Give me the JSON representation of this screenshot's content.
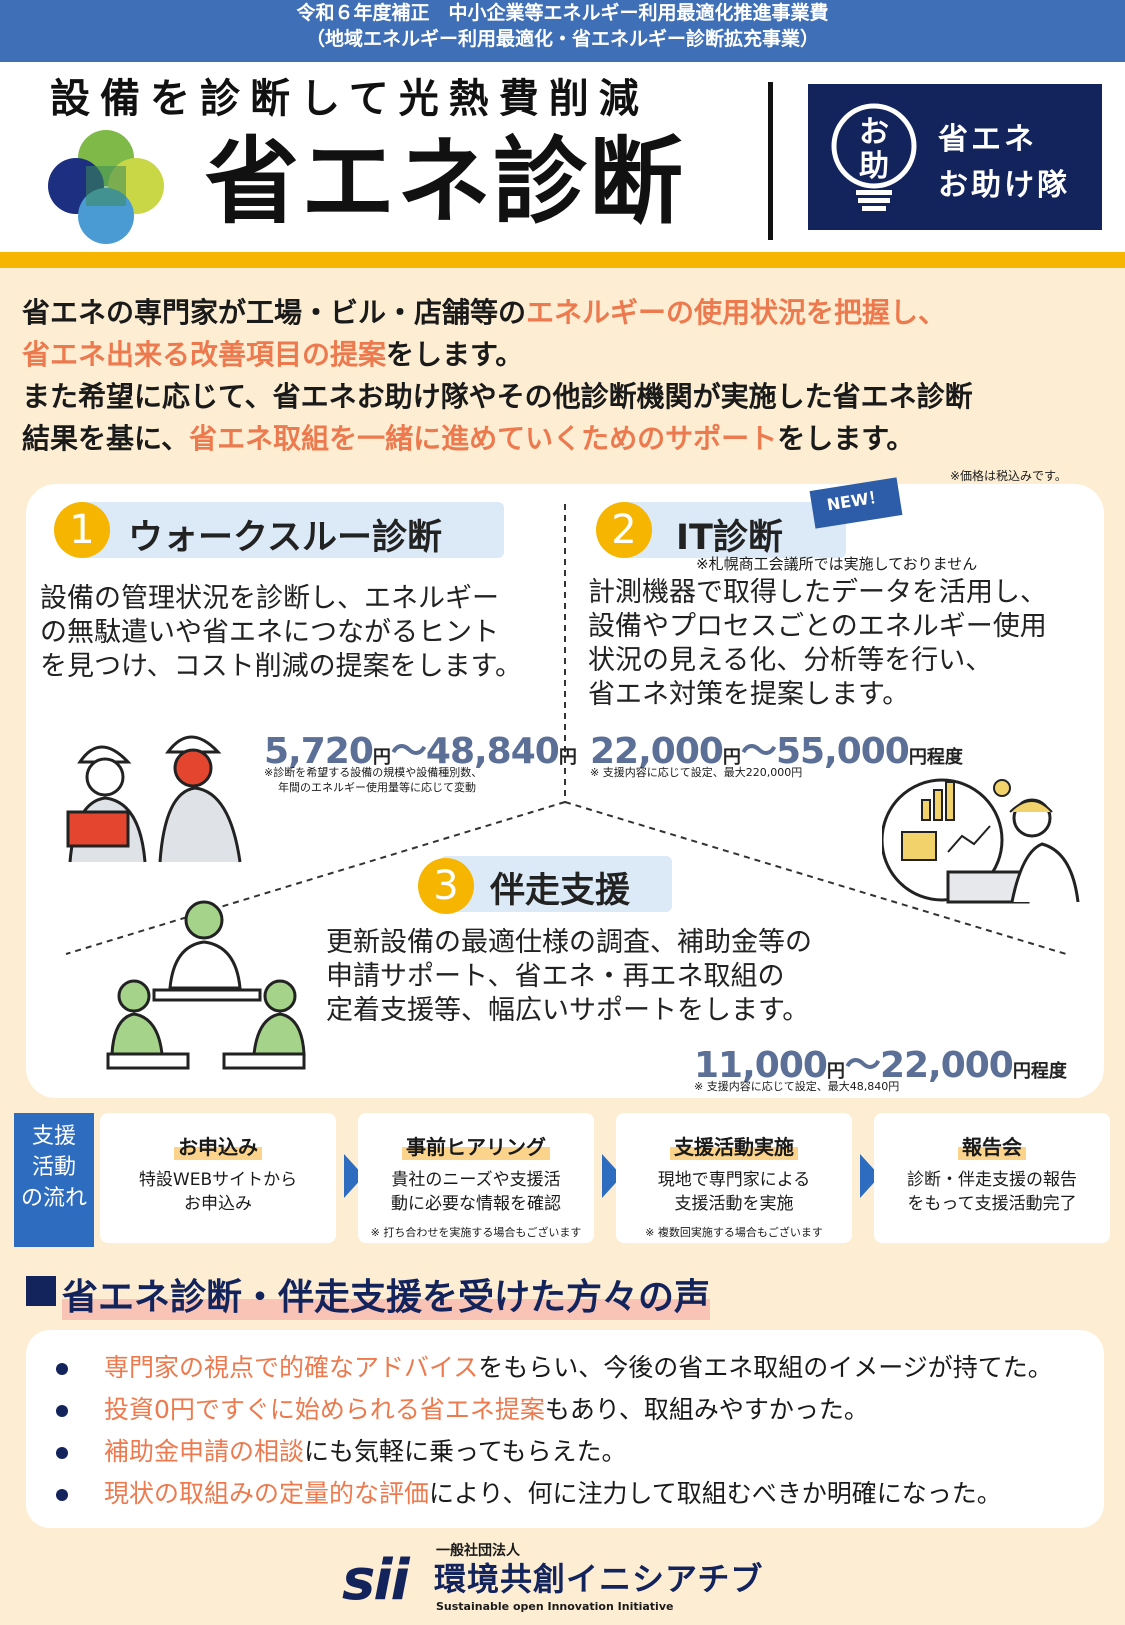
{
  "header": {
    "program_line1": "令和６年度補正　中小企業等エネルギー利用最適化推進事業費",
    "program_line2": "（地域エネルギー利用最適化・省エネルギー診断拡充事業）",
    "tagline": "設備を診断して光熱費削減",
    "title": "省エネ診断",
    "brand_logo_char1": "お",
    "brand_logo_char2": "助",
    "brand_line1": "省エネ",
    "brand_line2": "お助け隊"
  },
  "intro": {
    "l1a": "省エネの専門家が工場・ビル・店舗等の",
    "l1b": "エネルギーの使用状況を把握し、",
    "l2a": "省エネ出来る改善項目の提案",
    "l2b": "をします。",
    "l3": "また希望に応じて、省エネお助け隊やその他診断機関が実施した省エネ診断",
    "l4a": "結果を基に、",
    "l4b": "省エネ取組を一緒に進めていくためのサポート",
    "l4c": "をします。",
    "tax_note": "※価格は税込みです。"
  },
  "colors": {
    "accent_orange": "#ed7a4e",
    "navy": "#13235c",
    "blue": "#2d6cbf",
    "yellow": "#f6b500"
  },
  "sections": {
    "s1": {
      "num": "1",
      "title": "ウォークスルー診断",
      "body1": "設備の管理状況を診断し、エネルギー",
      "body2": "の無駄遣いや省エネにつながるヒント",
      "body3": "を見つけ、コスト削減の提案をします。",
      "price_a": "5,720",
      "yen1": "円",
      "tilde": "〜",
      "price_b": "48,840",
      "yen2": "円",
      "note1": "※診断を希望する設備の規模や設備種別数、",
      "note2": "年間のエネルギー使用量等に応じて変動"
    },
    "s2": {
      "num": "2",
      "title": "IT診断",
      "badge": "NEW！",
      "subnote": "※札幌商工会議所では実施しておりません",
      "body1": "計測機器で取得したデータを活用し、",
      "body2": "設備やプロセスごとのエネルギー使用",
      "body3": "状況の見える化、分析等を行い、",
      "body4": "省エネ対策を提案します。",
      "price_a": "22,000",
      "yen1": "円",
      "tilde": "〜",
      "price_b": "55,000",
      "suffix": "円程度",
      "note1": "※ 支援内容に応じて設定、最大220,000円"
    },
    "s3": {
      "num": "3",
      "title": "伴走支援",
      "body1": "更新設備の最適仕様の調査、補助金等の",
      "body2": "申請サポート、省エネ・再エネ取組の",
      "body3": "定着支援等、幅広いサポートをします。",
      "price_a": "11,000",
      "yen1": "円",
      "tilde": "〜",
      "price_b": "22,000",
      "suffix": "円程度",
      "note1": "※ 支援内容に応じて設定、最大48,840円"
    }
  },
  "flow": {
    "label1": "支援",
    "label2": "活動",
    "label3": "の流れ",
    "steps": [
      {
        "title": "お申込み",
        "text1": "特設WEBサイトから",
        "text2": "お申込み",
        "note": ""
      },
      {
        "title": "事前ヒアリング",
        "text1": "貴社のニーズや支援活",
        "text2": "動に必要な情報を確認",
        "note": "※ 打ち合わせを実施する場合もございます"
      },
      {
        "title": "支援活動実施",
        "text1": "現地で専門家による",
        "text2": "支援活動を実施",
        "note": "※ 複数回実施する場合もございます"
      },
      {
        "title": "報告会",
        "text1": "診断・伴走支援の報告",
        "text2": "をもって支援活動完了",
        "note": ""
      }
    ]
  },
  "voices": {
    "heading": "省エネ診断・伴走支援を受けた方々の声",
    "items": [
      {
        "hl": "専門家の視点で的確なアドバイス",
        "rest": "をもらい、今後の省エネ取組のイメージが持てた。"
      },
      {
        "hl": "投資0円ですぐに始められる省エネ提案",
        "rest": "もあり、取組みやすかった。"
      },
      {
        "hl": "補助金申請の相談",
        "rest": "にも気軽に乗ってもらえた。"
      },
      {
        "hl": "現状の取組みの定量的な評価",
        "rest": "により、何に注力して取組むべきか明確になった。"
      }
    ]
  },
  "footer": {
    "logo": "sii",
    "org_type": "一般社団法人",
    "org_name": "環境共創イニシアチブ",
    "org_en": "Sustainable open Innovation Initiative"
  }
}
